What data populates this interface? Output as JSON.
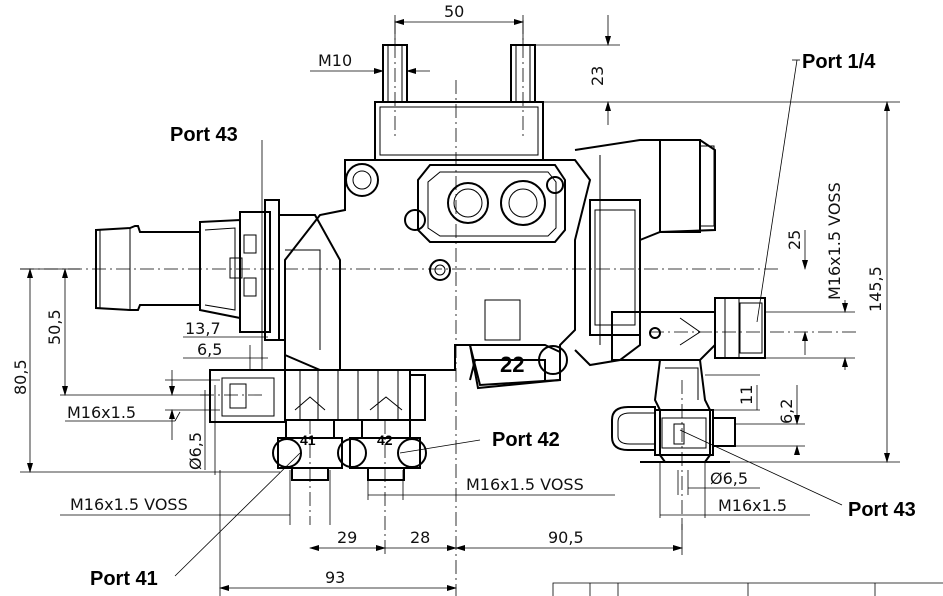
{
  "labels": {
    "port_1_4": "Port 1/4",
    "port_43_top": "Port 43",
    "port_43_right": "Port 43",
    "port_42": "Port 42",
    "port_41": "Port 41",
    "num_22": "22",
    "num_41": "41",
    "num_42": "42"
  },
  "dimensions": {
    "d50": "50",
    "m10": "M10",
    "d23": "23",
    "d145_5": "145,5",
    "m16_voss_right": "M16x1.5 VOSS",
    "d25": "25",
    "d80_5": "80,5",
    "d50_5": "50,5",
    "d13_7": "13,7",
    "d6_5_left": "6,5",
    "m16_left": "M16x1.5",
    "dia6_5_left": "Ø6,5",
    "m16_voss_left": "M16x1.5 VOSS",
    "m16_voss_mid": "M16x1.5 VOSS",
    "d11": "11",
    "d6_2": "6,2",
    "dia6_5_right": "Ø6,5",
    "m16_right": "M16x1.5",
    "d29": "29",
    "d28": "28",
    "d90_5": "90,5",
    "d93": "93"
  }
}
